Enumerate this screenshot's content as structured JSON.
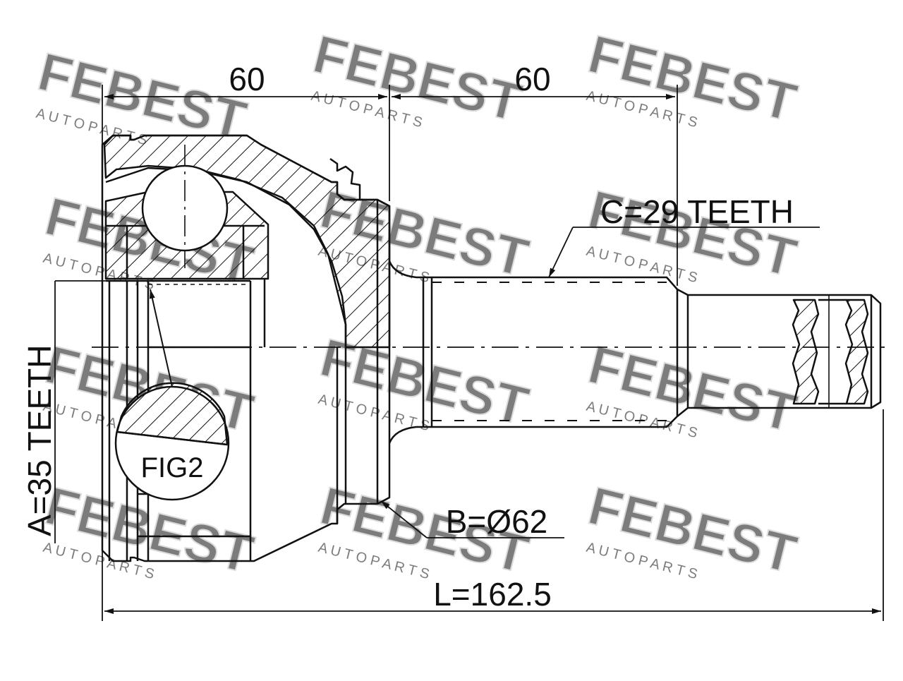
{
  "watermark": {
    "brand": "FEBEST",
    "tagline": "A U T O   P A R T S",
    "color": "#c8c8c8"
  },
  "dimensions": {
    "top_left_width": "60",
    "top_right_width": "60",
    "spline_c": "C=29 TEETH",
    "inner_spline_a": "A=35 TEETH",
    "diameter_b": "B=Ø62",
    "total_length": "L=162.5",
    "figure_label": "FIG2"
  },
  "colors": {
    "line": "#111111",
    "background": "#ffffff"
  }
}
